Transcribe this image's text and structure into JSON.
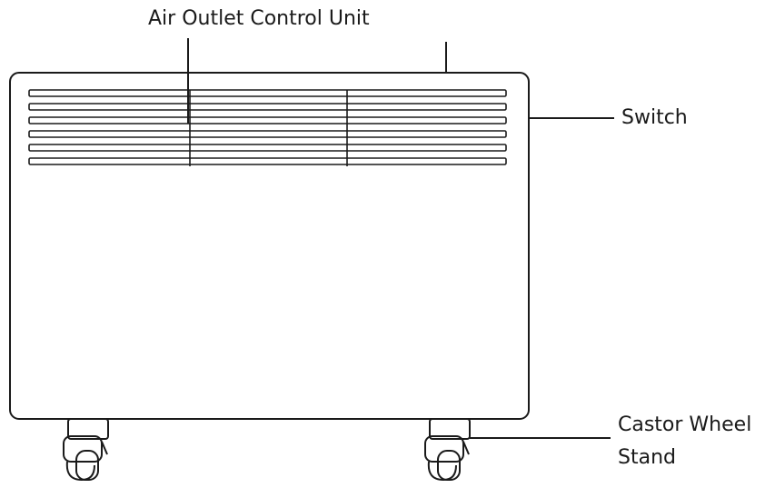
{
  "labels": {
    "air_outlet": "Air Outlet Control Unit",
    "switch": "Switch",
    "castor_line1": "Castor Wheel",
    "castor_line2": "Stand"
  },
  "colors": {
    "line": "#1a1a1a",
    "background": "#ffffff"
  }
}
